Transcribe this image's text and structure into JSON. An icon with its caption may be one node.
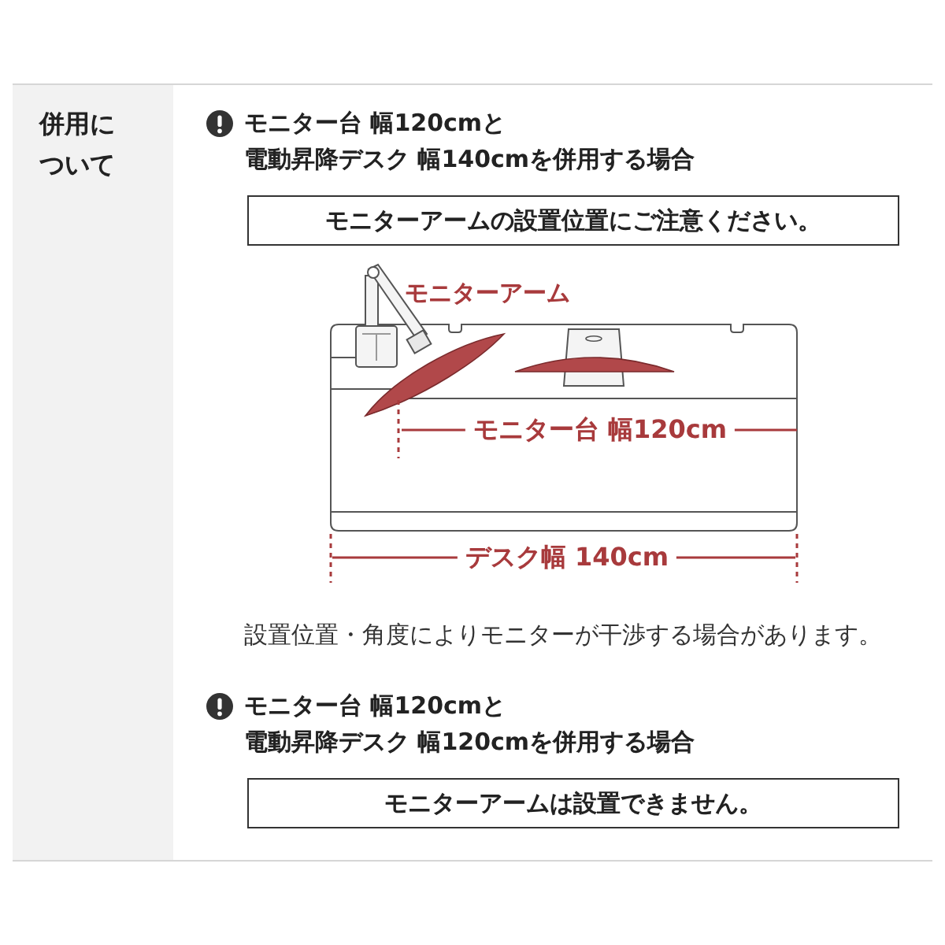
{
  "diagram": {
    "nodes": [
      {
        "text": [
          "併用について"
        ]
      },
      {
        "text": [
          "モニターアームの設置位置にご注意ください。"
        ]
      },
      {
        "text": [
          "モニターアームは設置できません。"
        ]
      }
    ],
    "labels": [
      "モニター台 幅120cmと電動昇降デスク 幅140cmを併用する場合",
      "モニターアーム",
      "モニター台 幅120cm",
      "デスク幅 140cm",
      "設置位置・角度によりモニターが干渉する場合があります。",
      "モニター台 幅120cmと電動昇降デスク 幅120cmを併用する場合"
    ]
  }
}
